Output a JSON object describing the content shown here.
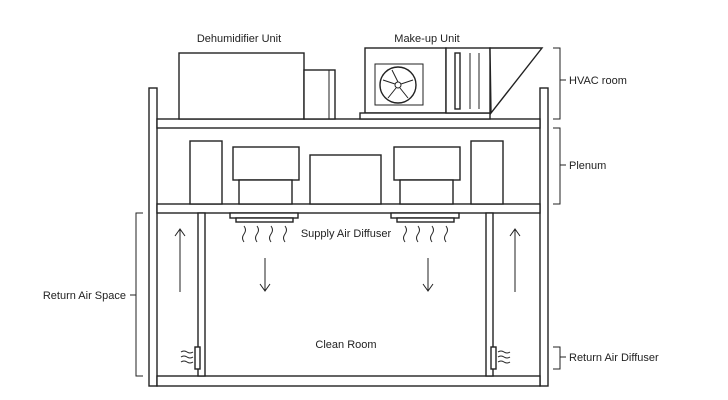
{
  "labels": {
    "dehumidifier_unit": "Dehumidifier Unit",
    "makeup_unit": "Make-up Unit",
    "hvac_room": "HVAC room",
    "plenum": "Plenum",
    "supply_air_diffuser": "Supply Air Diffuser",
    "return_air_space": "Return Air Space",
    "clean_room": "Clean Room",
    "return_air_diffuser": "Return Air Diffuser"
  }
}
